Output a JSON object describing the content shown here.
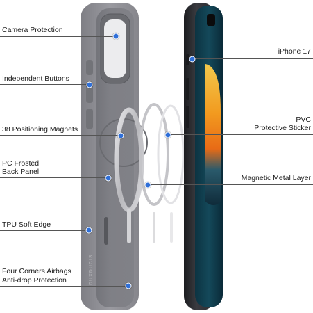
{
  "colors": {
    "case_gray": "#8e8e93",
    "case_gray_dark": "#6f6f74",
    "accent_dot": "#2f6fd8",
    "phone_frame": "#2b2c30",
    "ring_silver": "#c9c9cc"
  },
  "case_brand_text": "DUXDUCIS",
  "labels": {
    "camera_protection": "Camera Protection",
    "independent_buttons": "Independent Buttons",
    "positioning_magnets": "38 Positioning Magnets",
    "pc_frosted_line1": "PC Frosted",
    "pc_frosted_line2": "Back Panel",
    "tpu_soft_edge": "TPU Soft Edge",
    "airbags_line1": "Four Corners Airbags",
    "airbags_line2": "Anti-drop Protection",
    "iphone_model": "iPhone 17",
    "pvc_line1": "PVC",
    "pvc_line2": "Protective Sticker",
    "magnetic_metal_layer": "Magnetic Metal Layer"
  }
}
